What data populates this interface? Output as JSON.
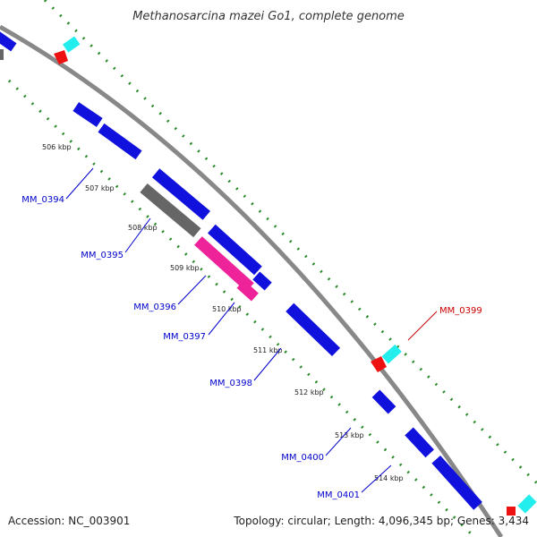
{
  "title": "Methanosarcina mazei Go1, complete genome",
  "accession_text": "Accession: NC_003901",
  "summary_text": "Topology: circular; Length: 4,096,345 bp; Genes: 3,434",
  "colors": {
    "backbone": "#888888",
    "gc_ticks": "#2a8a2a",
    "gene_blue": "#1111dd",
    "gene_gray": "#666666",
    "gene_pink": "#ee2299",
    "gene_red": "#ee1111",
    "gene_cyan": "#22eeee",
    "label_blue": "#0000cc",
    "label_red": "#cc0000"
  },
  "kbp_ticks": [
    "506 kbp",
    "507 kbp",
    "508 kbp",
    "509 kbp",
    "510 kbp",
    "511 kbp",
    "512 kbp",
    "513 kbp",
    "514 kbp"
  ],
  "genes": [
    {
      "id": "MM_0394",
      "color": "blue"
    },
    {
      "id": "MM_0395",
      "color": "gray"
    },
    {
      "id": "MM_0396",
      "color": "pink"
    },
    {
      "id": "MM_0397",
      "color": "pink"
    },
    {
      "id": "MM_0398",
      "color": "blue"
    },
    {
      "id": "MM_0399",
      "color": "red"
    },
    {
      "id": "MM_0400",
      "color": "blue"
    },
    {
      "id": "MM_0401",
      "color": "blue"
    }
  ]
}
